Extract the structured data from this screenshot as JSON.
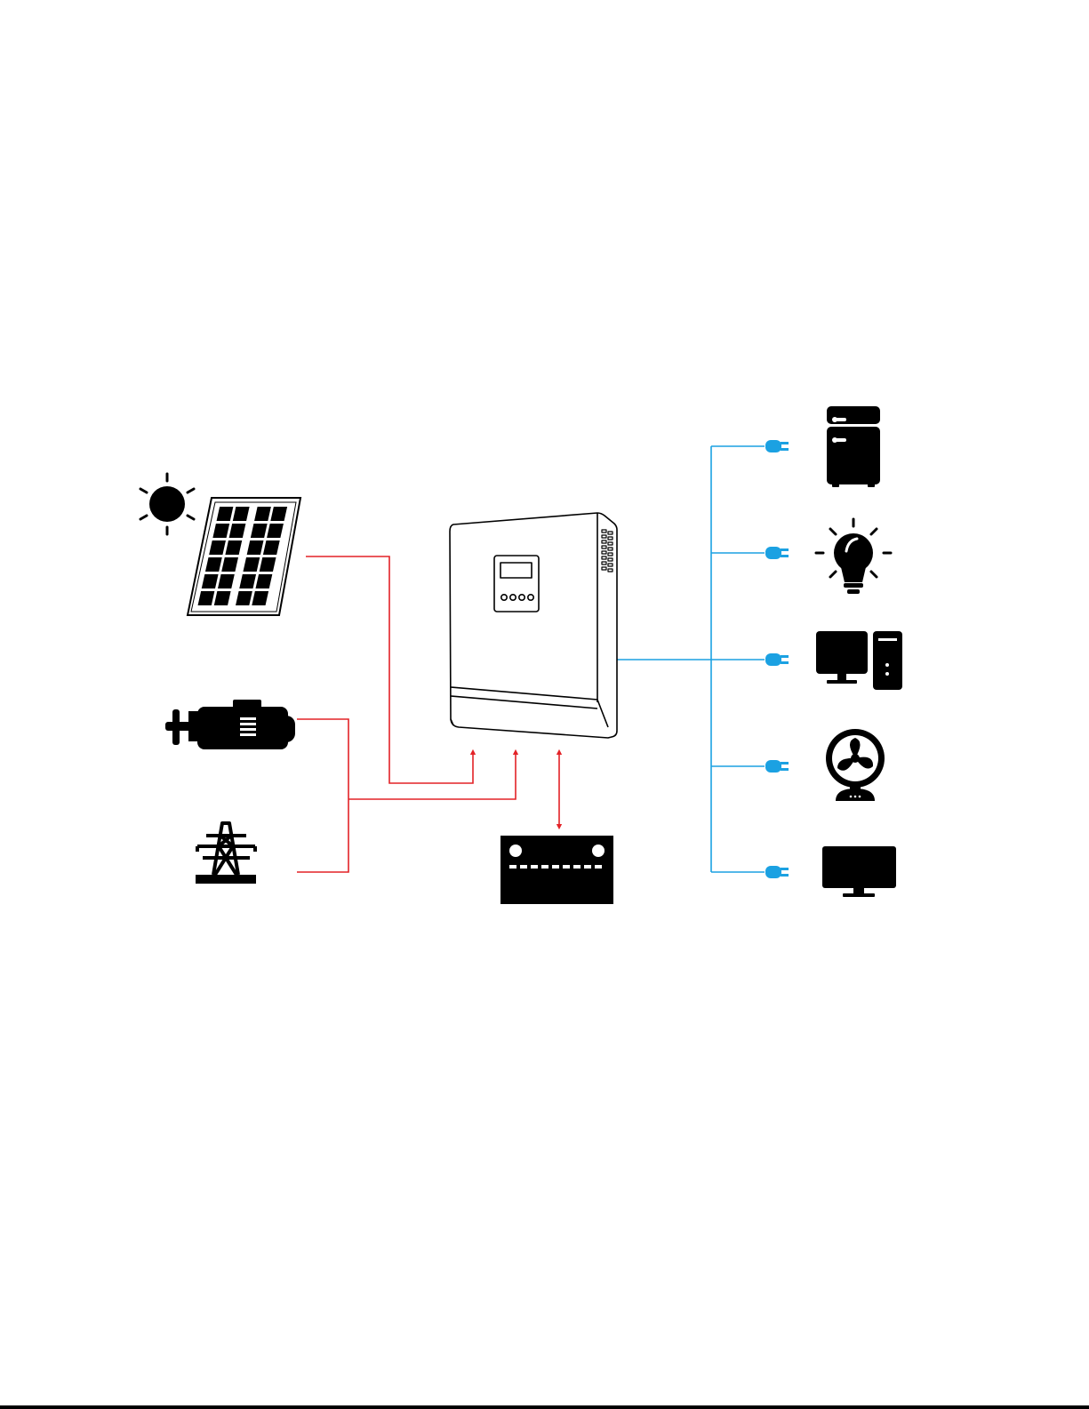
{
  "colors": {
    "input_line": "#e32227",
    "output_line": "#1ba1e2",
    "icon_fill": "#000000",
    "background": "#ffffff"
  },
  "sources": [
    {
      "icon": "solar-panel-icon",
      "connection": "input"
    },
    {
      "icon": "generator-icon",
      "connection": "input"
    },
    {
      "icon": "power-grid-tower-icon",
      "connection": "input"
    }
  ],
  "storage": {
    "icon": "battery-icon",
    "connection": "bidirectional"
  },
  "device": {
    "icon": "inverter-icon",
    "display_buttons": 4
  },
  "loads": [
    {
      "icon": "refrigerator-icon"
    },
    {
      "icon": "light-bulb-icon"
    },
    {
      "icon": "desktop-computer-icon"
    },
    {
      "icon": "fan-icon"
    },
    {
      "icon": "television-icon"
    }
  ]
}
